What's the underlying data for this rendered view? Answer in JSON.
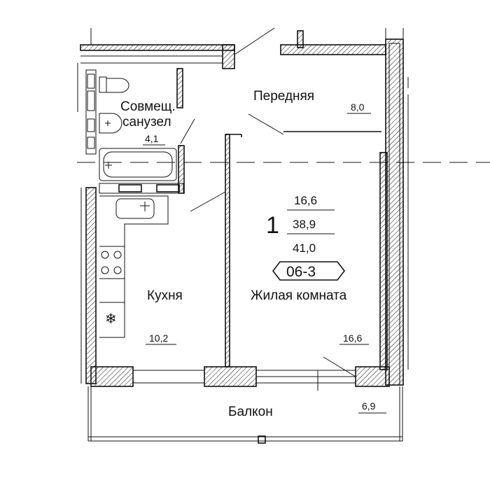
{
  "rooms": {
    "hall": {
      "name": "Передняя",
      "area": "8,0"
    },
    "bathroom": {
      "name_line1": "Совмещ.",
      "name_line2": "санузел",
      "area": "4,1"
    },
    "kitchen": {
      "name": "Кухня",
      "area": "10,2"
    },
    "living": {
      "name": "Жилая комната",
      "area": "16,6"
    },
    "balcony": {
      "name": "Балкон",
      "area": "6,9"
    }
  },
  "summary": {
    "rooms_count": "1",
    "living_area": "16,6",
    "total_area": "38,9",
    "total_with_balcony": "41,0",
    "apartment_code": "06-3"
  },
  "symbols": {
    "freezer": "❄"
  }
}
